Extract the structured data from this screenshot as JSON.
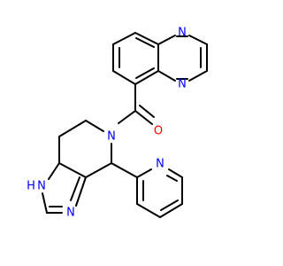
{
  "molecule": {
    "atom_labels": {
      "n_quinox_1": "N",
      "n_quinox_2": "N",
      "o_carbonyl": "O",
      "n_amide": "N",
      "n_pyridine": "N",
      "nh_imidazole": "N",
      "h_imidazole": "H",
      "n_imidazole": "N"
    }
  },
  "colors": {
    "bond": "#000000",
    "nitrogen": "#0000ff",
    "oxygen": "#ff0000",
    "hydrogen_label": "#0000ff",
    "background": "#ffffff"
  }
}
